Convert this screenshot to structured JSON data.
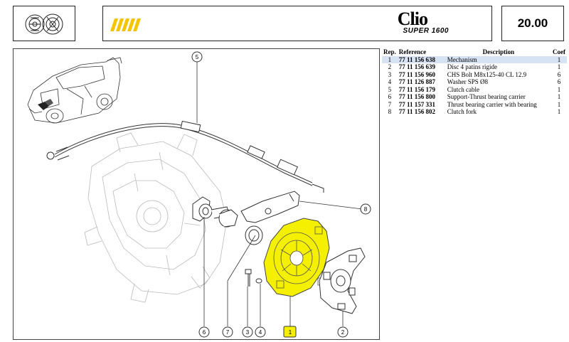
{
  "header": {
    "page_number": "20.00",
    "brand_name": "Clio",
    "model_name": "SUPER 1600"
  },
  "table": {
    "headers": {
      "rep": "Rep.",
      "reference": "Reference",
      "description": "Description",
      "coef": "Coef"
    },
    "rows": [
      {
        "rep": "1",
        "reference": "77 11 156 638",
        "description": "Mechanism",
        "coef": "1",
        "highlighted": true
      },
      {
        "rep": "2",
        "reference": "77 11 156 639",
        "description": "Disc 4 patins rigide",
        "coef": "1",
        "highlighted": false
      },
      {
        "rep": "3",
        "reference": "77 11 156 960",
        "description": "CHS Bolt M8x125-40 CL 12.9",
        "coef": "6",
        "highlighted": false
      },
      {
        "rep": "4",
        "reference": "77 11 126 887",
        "description": "Washer SPS Ø8",
        "coef": "6",
        "highlighted": false
      },
      {
        "rep": "5",
        "reference": "77 11 156 179",
        "description": "Clutch cable",
        "coef": "1",
        "highlighted": false
      },
      {
        "rep": "6",
        "reference": "77 11 156 800",
        "description": "Support-Thrust bearing carrier",
        "coef": "1",
        "highlighted": false
      },
      {
        "rep": "7",
        "reference": "77 11 157 331",
        "description": "Thrust bearing carrier with bearing",
        "coef": "1",
        "highlighted": false
      },
      {
        "rep": "8",
        "reference": "77 11 156 802",
        "description": "Clutch fork",
        "coef": "1",
        "highlighted": false
      }
    ]
  },
  "diagram": {
    "callouts": [
      "1",
      "2",
      "3",
      "4",
      "5",
      "6",
      "7",
      "8"
    ],
    "selected_callout": "1",
    "highlight_color": "#f5f000",
    "accent_color": "#f5c400",
    "selection_row_color": "#d6e3f5"
  },
  "icons": {
    "header_left": "clutch-parts-icon",
    "header_logo": "brand-stripes-icon"
  }
}
